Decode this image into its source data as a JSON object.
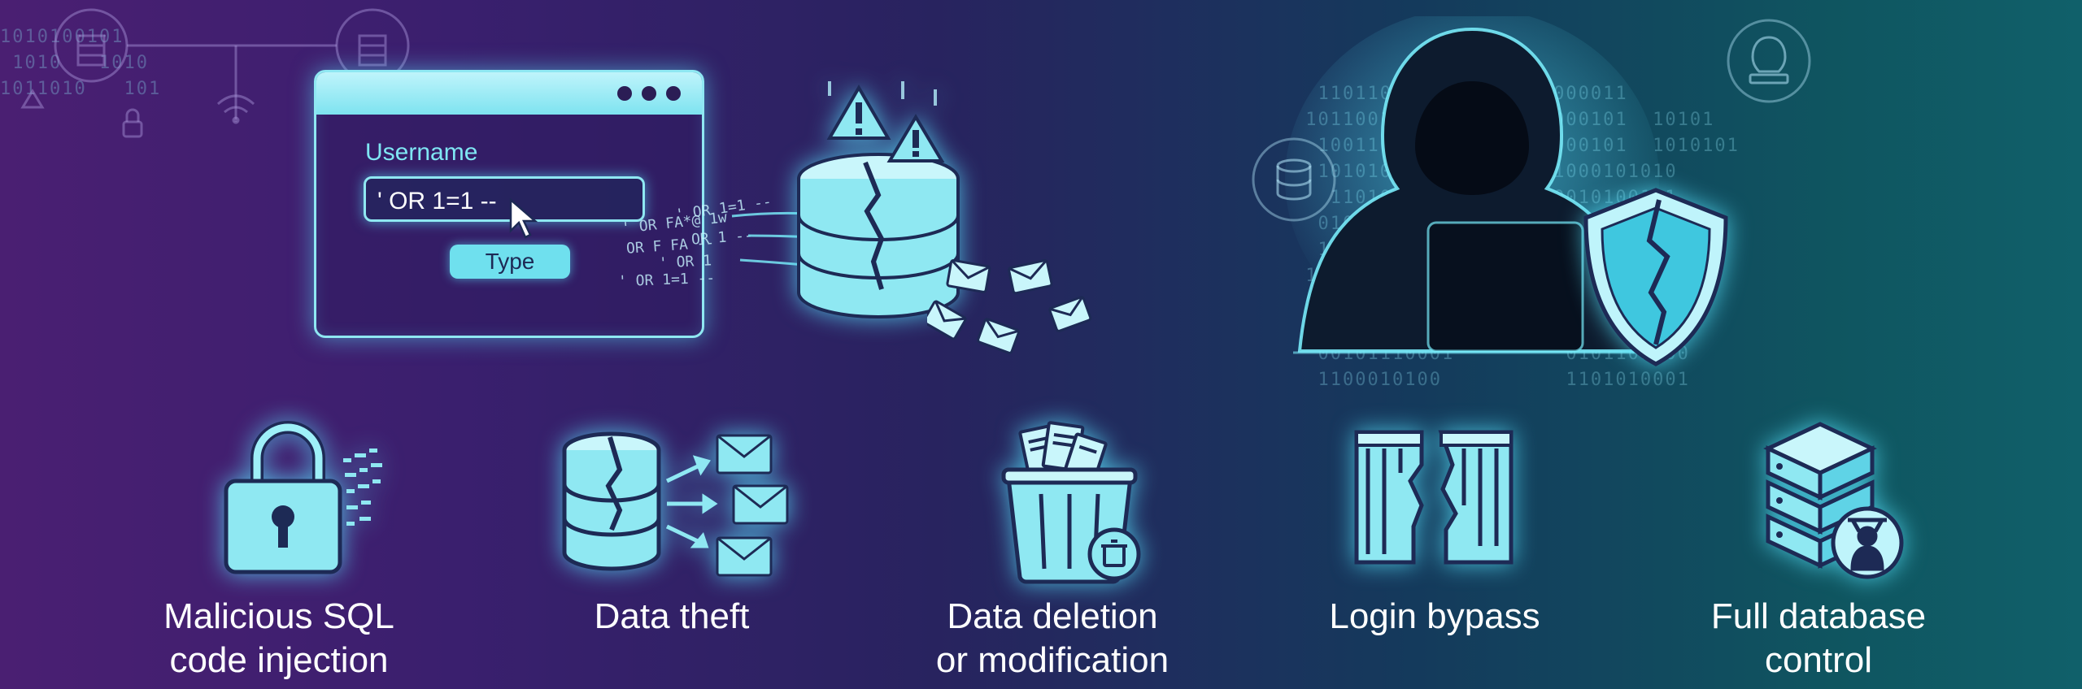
{
  "login_form": {
    "field_label": "Username",
    "field_value": "' OR 1=1 --",
    "button_label": "Type"
  },
  "injection_stream": [
    "' OR 1=1 --",
    "' OR FA*@ 1w",
    "OR 1 --",
    "OR F FA --",
    "' OR 1",
    "' OR 1=1 --"
  ],
  "impacts": [
    {
      "icon": "padlock-icon",
      "caption_line1": "Malicious SQL",
      "caption_line2": "code injection"
    },
    {
      "icon": "database-envelopes-icon",
      "caption_line1": "Data theft",
      "caption_line2": ""
    },
    {
      "icon": "trash-bin-icon",
      "caption_line1": "Data deletion",
      "caption_line2": "or modification"
    },
    {
      "icon": "broken-gate-icon",
      "caption_line1": "Login bypass",
      "caption_line2": ""
    },
    {
      "icon": "server-control-icon",
      "caption_line1": "Full database",
      "caption_line2": "control"
    }
  ],
  "colors": {
    "accent": "#6fe0ee",
    "accent_light": "#bff4fb",
    "dark": "#1d2a55"
  }
}
